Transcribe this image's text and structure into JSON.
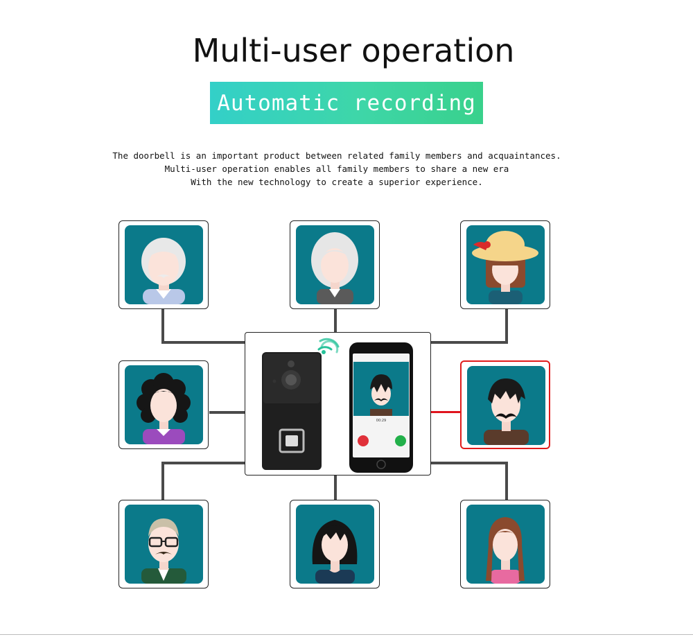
{
  "title": "Multi-user operation",
  "banner": {
    "label": "Automatic recording",
    "gradient_start": "#33d0c8",
    "gradient_end": "#39d18c"
  },
  "description": [
    "The doorbell is an important product between related family members and acquaintances.",
    "Multi-user operation enables all family members to share a new era",
    "With the new technology to create a superior experience."
  ],
  "colors": {
    "tile_bg": "#0b7a8a",
    "highlight": "#e01b1b",
    "connector": "#4a4a4a"
  },
  "avatars": [
    {
      "id": "grandfather",
      "icon": "grandfather-avatar-icon"
    },
    {
      "id": "grandmother",
      "icon": "grandmother-avatar-icon"
    },
    {
      "id": "girl-with-hat",
      "icon": "girl-hat-avatar-icon"
    },
    {
      "id": "curly-woman",
      "icon": "curly-woman-avatar-icon"
    },
    {
      "id": "mustache-man",
      "icon": "mustache-man-avatar-icon",
      "highlighted": true
    },
    {
      "id": "man-with-glasses",
      "icon": "glasses-man-avatar-icon"
    },
    {
      "id": "young-woman",
      "icon": "young-woman-avatar-icon"
    },
    {
      "id": "girl-with-braids",
      "icon": "braids-girl-avatar-icon"
    }
  ],
  "center": {
    "doorbell_icon": "video-doorbell-icon",
    "wifi_icon": "wifi-icon",
    "phone_icon": "smartphone-icon",
    "phone_time": "00:29"
  }
}
